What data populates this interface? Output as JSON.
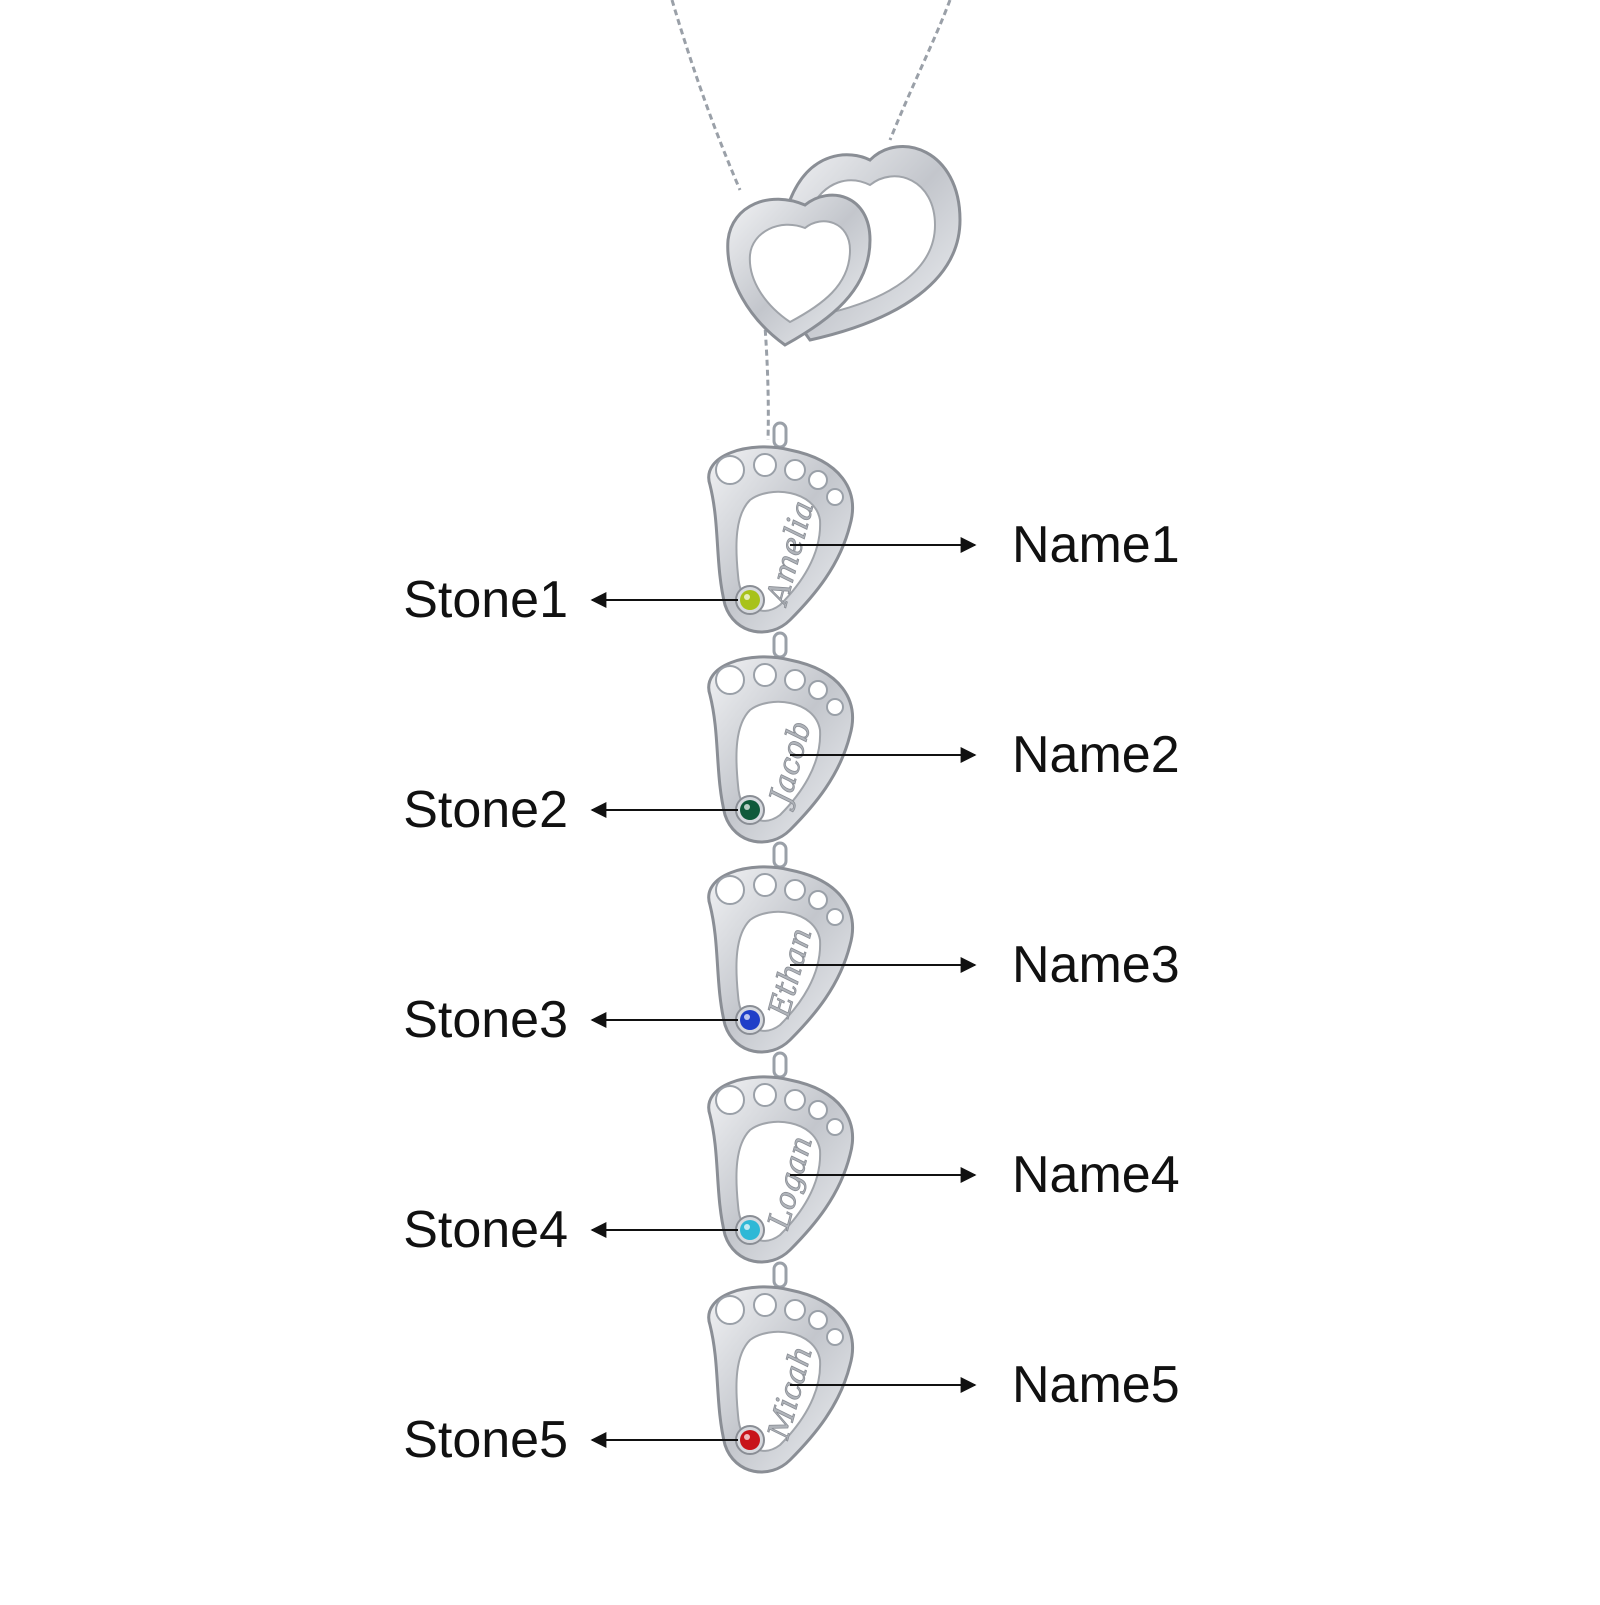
{
  "colors": {
    "metal": "#c9ccd1",
    "metal_edge": "#8a8e95",
    "text": "#111111",
    "arrow": "#111111"
  },
  "pendant": {
    "charms": [
      {
        "name_label": "Name1",
        "stone_label": "Stone1",
        "stone_color": "#a8c21a",
        "engraving": "Amelia"
      },
      {
        "name_label": "Name2",
        "stone_label": "Stone2",
        "stone_color": "#0f5a3a",
        "engraving": "Jacob"
      },
      {
        "name_label": "Name3",
        "stone_label": "Stone3",
        "stone_color": "#1f3fc8",
        "engraving": "Ethan"
      },
      {
        "name_label": "Name4",
        "stone_label": "Stone4",
        "stone_color": "#2fb8d6",
        "engraving": "Logan"
      },
      {
        "name_label": "Name5",
        "stone_label": "Stone5",
        "stone_color": "#c8141a",
        "engraving": "Micah"
      }
    ]
  }
}
